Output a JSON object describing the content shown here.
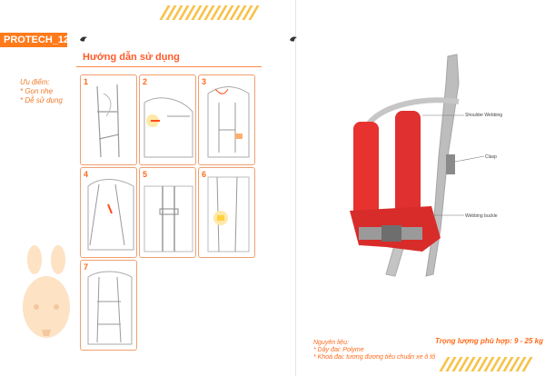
{
  "left_page": {
    "tag": "PROTECH_12",
    "section_title": "Hướng dẫn sử dụng",
    "advantages": {
      "heading": "Ưu điểm:",
      "items": [
        "* Gọn nhẹ",
        "* Dễ sử dụng"
      ]
    },
    "steps": [
      "1",
      "2",
      "3",
      "4",
      "5",
      "6",
      "7"
    ]
  },
  "right_page": {
    "callouts": {
      "shoulder": "Shoulder Webbing",
      "clasp": "Clasp",
      "buckle": "Webbing buckle"
    },
    "weight_text": "Trọng lượng phù hợp: 9 - 25 kg",
    "materials": {
      "heading": "Nguyên liệu:",
      "items": [
        "* Dây đai: Polyme",
        "* Khoá đai: tương đương tiêu chuẩn xe ô tô"
      ]
    }
  },
  "colors": {
    "accent": "#ff6a1a",
    "stripe": "#f7c24a",
    "harness_red": "#e8322f",
    "webbing": "#b7b7b7"
  },
  "icons": [
    "bird-logo-icon"
  ]
}
